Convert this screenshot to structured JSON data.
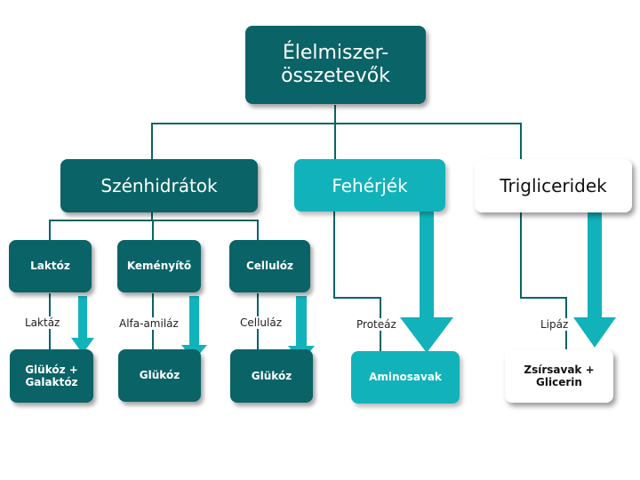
{
  "root": {
    "label": "Élelmiszer-\nösszetevők"
  },
  "categories": {
    "carbs": "Szénhidrátok",
    "proteins": "Fehérjék",
    "fats": "Trigliceridek"
  },
  "carb_types": {
    "lactose": "Laktóz",
    "starch": "Keményítő",
    "cellulose": "Cellulóz"
  },
  "enzymes": {
    "lactase": "Laktáz",
    "amylase": "Alfa-amiláz",
    "cellulase": "Celluláz",
    "protease": "Proteáz",
    "lipase": "Lipáz"
  },
  "products": {
    "lactose": "Glükóz +\nGalaktóz",
    "starch": "Glükóz",
    "cellulose": "Glükóz",
    "proteins": "Aminosavak",
    "fats": "Zsírsavak +\nGlicerin"
  },
  "colors": {
    "dark": "#0a6367",
    "teal": "#12b2bb",
    "line": "#0a6367"
  }
}
